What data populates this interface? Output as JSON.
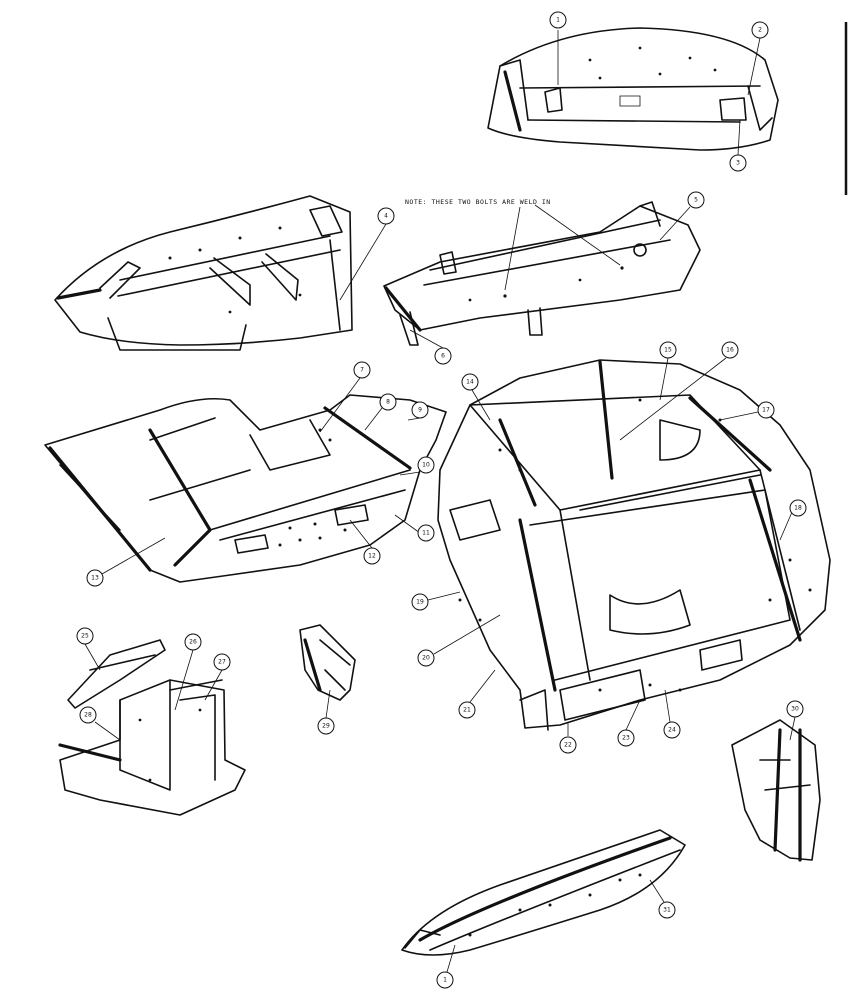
{
  "note": "NOTE: THESE TWO BOLTS ARE WELD IN",
  "callouts": [
    "1",
    "2",
    "3",
    "4",
    "5",
    "6",
    "7",
    "8",
    "9",
    "10",
    "11",
    "12",
    "13",
    "14",
    "15",
    "16",
    "17",
    "18",
    "19",
    "20",
    "21",
    "22",
    "23",
    "24",
    "25",
    "26",
    "27",
    "28",
    "29",
    "30",
    "31"
  ]
}
